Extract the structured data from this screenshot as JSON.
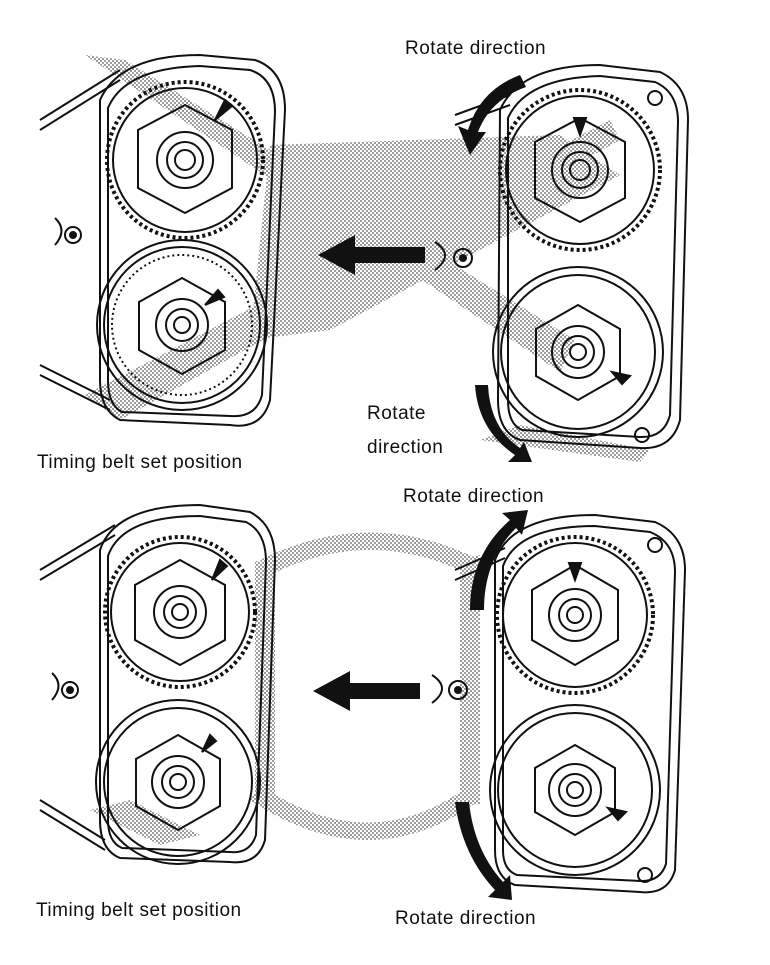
{
  "labels": {
    "top_right_upper": "Rotate direction",
    "top_right_lower_line1": "Rotate",
    "top_right_lower_line2": "direction",
    "top_left_caption": "Timing belt set position",
    "bottom_right_upper": "Rotate direction",
    "bottom_left_caption": "Timing belt set position",
    "bottom_right_lower": "Rotate direction"
  },
  "colors": {
    "ink": "#111111",
    "dither": "#9a9a9a",
    "paper": "#ffffff"
  },
  "icons": [
    "gear-icon",
    "hex-nut-icon",
    "arrow-icon",
    "bolt-icon"
  ]
}
